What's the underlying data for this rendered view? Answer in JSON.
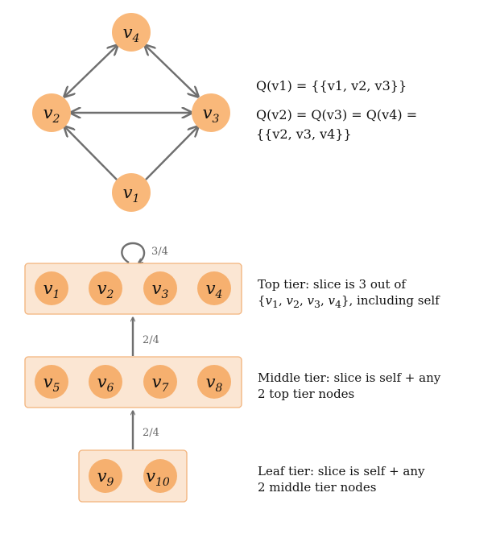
{
  "graph": {
    "nodes": [
      {
        "id": "v4",
        "base": "v",
        "sub": "4"
      },
      {
        "id": "v2",
        "base": "v",
        "sub": "2"
      },
      {
        "id": "v3",
        "base": "v",
        "sub": "3"
      },
      {
        "id": "v1",
        "base": "v",
        "sub": "1"
      }
    ],
    "edges": [
      {
        "from": "v2",
        "to": "v4",
        "bidirectional": true
      },
      {
        "from": "v4",
        "to": "v3",
        "bidirectional": true
      },
      {
        "from": "v2",
        "to": "v3",
        "bidirectional": true
      },
      {
        "from": "v1",
        "to": "v2",
        "bidirectional": false
      },
      {
        "from": "v1",
        "to": "v3",
        "bidirectional": false
      }
    ]
  },
  "quorum": {
    "line1": "Q(v1) = {{v1, v2, v3}}",
    "line2": "Q(v2) = Q(v3) = Q(v4) =",
    "line3": "{{v2, v3, v4}}"
  },
  "tiers": {
    "top": {
      "nodes": [
        {
          "base": "v",
          "sub": "1"
        },
        {
          "base": "v",
          "sub": "2"
        },
        {
          "base": "v",
          "sub": "3"
        },
        {
          "base": "v",
          "sub": "4"
        }
      ],
      "self_loop_label": "3/4",
      "desc_line1": "Top tier: slice is 3 out of",
      "desc_line2_suffix": ", including self"
    },
    "middle": {
      "nodes": [
        {
          "base": "v",
          "sub": "5"
        },
        {
          "base": "v",
          "sub": "6"
        },
        {
          "base": "v",
          "sub": "7"
        },
        {
          "base": "v",
          "sub": "8"
        }
      ],
      "arrow_label": "2/4",
      "desc_line1": "Middle tier: slice is self + any",
      "desc_line2": "2 top tier nodes"
    },
    "leaf": {
      "nodes": [
        {
          "base": "v",
          "sub": "9"
        },
        {
          "base": "v",
          "sub": "10"
        }
      ],
      "arrow_label": "2/4",
      "desc_line1": "Leaf tier: slice is self + any",
      "desc_line2": "2 middle tier nodes"
    }
  },
  "colors": {
    "node_fill": "#f9b87a",
    "tier_fill": "#fbe6d3",
    "tier_stroke": "#f2b27a",
    "edge": "#6f6f6f"
  }
}
